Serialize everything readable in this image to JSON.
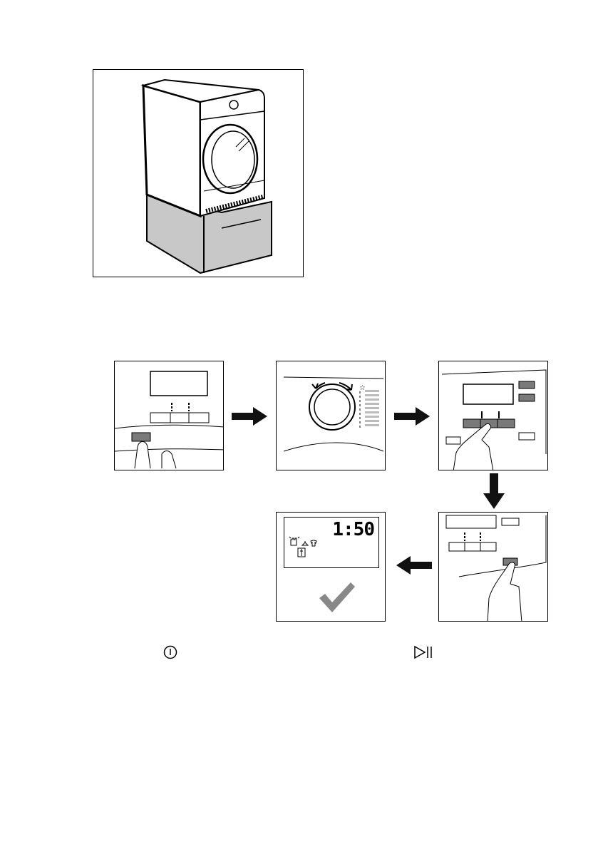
{
  "page": {
    "accent_gray": "#c8c8c8",
    "panel_gray": "#7a7a7a",
    "arrow_color": "#111111"
  },
  "figure_plinth": {
    "description_icons": [
      "dryer",
      "plinth-drawer"
    ]
  },
  "steps": {
    "step5_display": {
      "time": "1:50",
      "icons": [
        "hand-wash-icon",
        "hanger-icon",
        "shirt-icon",
        "cabinet-icon"
      ]
    },
    "step5_confirm_icon": "checkmark-icon"
  },
  "footer": {
    "icons": [
      "power-icon",
      "start-pause-icon"
    ]
  }
}
